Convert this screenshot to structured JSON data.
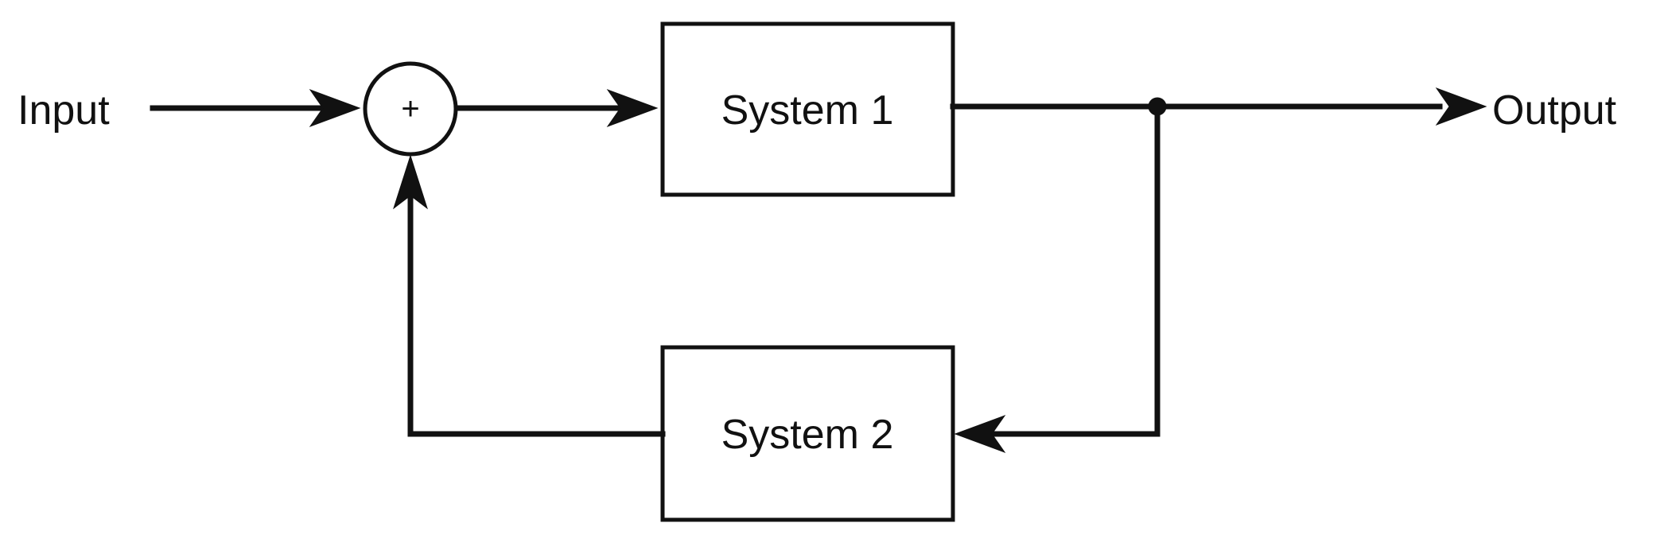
{
  "labels": {
    "input": "Input",
    "output": "Output",
    "system1": "System 1",
    "system2": "System 2",
    "summing_symbol": "+"
  },
  "colors": {
    "line": "#111111",
    "background": "#ffffff"
  }
}
